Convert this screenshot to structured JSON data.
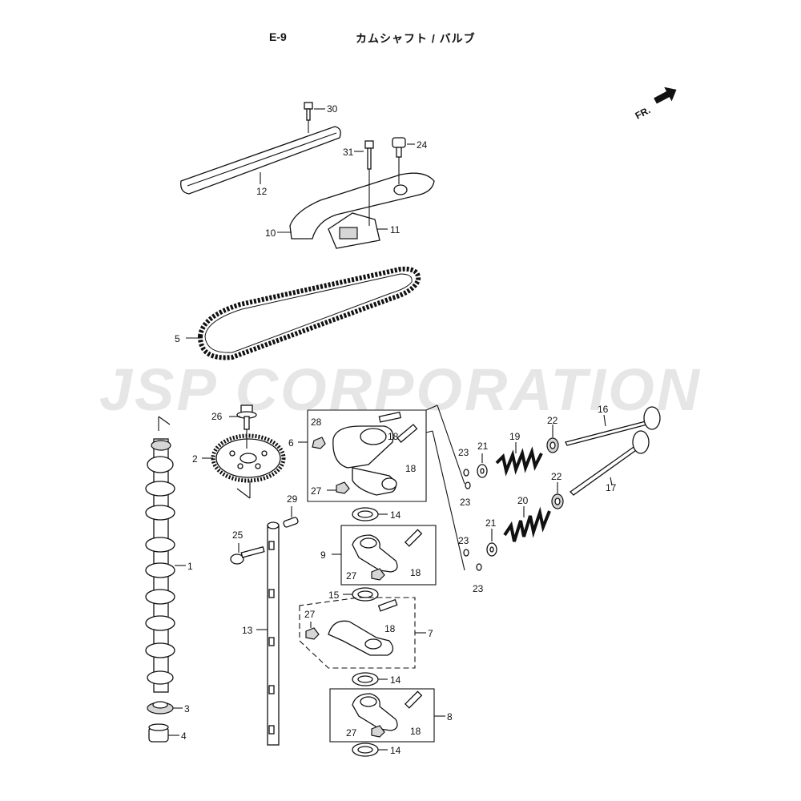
{
  "header": {
    "code": "E-9",
    "title": "カムシャフト / バルブ"
  },
  "watermark": {
    "text": "JSP CORPORATION"
  },
  "direction": {
    "label": "FR."
  },
  "callouts": {
    "p1": "1",
    "p2": "2",
    "p3": "3",
    "p4": "4",
    "p5": "5",
    "p6": "6",
    "p7": "7",
    "p8": "8",
    "p9": "9",
    "p10": "10",
    "p11": "11",
    "p12": "12",
    "p13": "13",
    "p14a": "14",
    "p14b": "14",
    "p14c": "14",
    "p15": "15",
    "p16": "16",
    "p17": "17",
    "p18a": "18",
    "p18b": "18",
    "p18c": "18",
    "p18d": "18",
    "p18e": "18",
    "p19": "19",
    "p20": "20",
    "p21a": "21",
    "p21b": "21",
    "p22a": "22",
    "p22b": "22",
    "p23a": "23",
    "p23b": "23",
    "p23c": "23",
    "p23d": "23",
    "p24": "24",
    "p25": "25",
    "p26": "26",
    "p27a": "27",
    "p27b": "27",
    "p27c": "27",
    "p27d": "27",
    "p28": "28",
    "p29": "29",
    "p30": "30",
    "p31": "31"
  }
}
